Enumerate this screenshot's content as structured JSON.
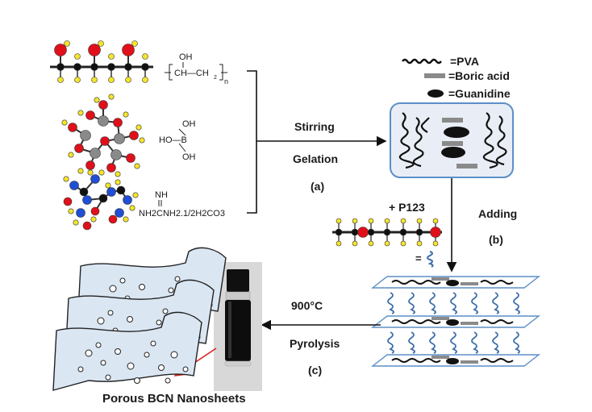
{
  "legend": {
    "pva": "=PVA",
    "boric_acid": "=Boric acid",
    "guanidine": "=Guanidine"
  },
  "formulas": {
    "pva_oh": "OH",
    "pva_chain": "CH—CH",
    "pva_sub2": "2",
    "pva_n": "n",
    "boric_oh_top": "OH",
    "boric_ho": "HO—B",
    "boric_oh_bottom": "OH",
    "guan_nh": "NH",
    "guan_main": "NH2CNH2.1/2H2CO3"
  },
  "steps": {
    "stirring": "Stirring",
    "gelation": "Gelation",
    "label_a": "(a)",
    "adding": "Adding",
    "label_b": "(b)",
    "p123": "+ P123",
    "p123_eq": "=",
    "temperature": "900°C",
    "pyrolysis": "Pyrolysis",
    "label_c": "(c)"
  },
  "product": {
    "title": "Porous BCN Nanosheets"
  },
  "colors": {
    "oxygen": "#e0101a",
    "hydrogen": "#f5e52a",
    "carbon": "#111111",
    "boron": "#8a8a8a",
    "nitrogen": "#1f4fd6",
    "box_border": "#5b8fc7",
    "box_fill": "#e9eef6",
    "sheet_fill": "#dbe6f3",
    "arrow_red": "#e02020",
    "p123_blue": "#3d6ea8"
  }
}
